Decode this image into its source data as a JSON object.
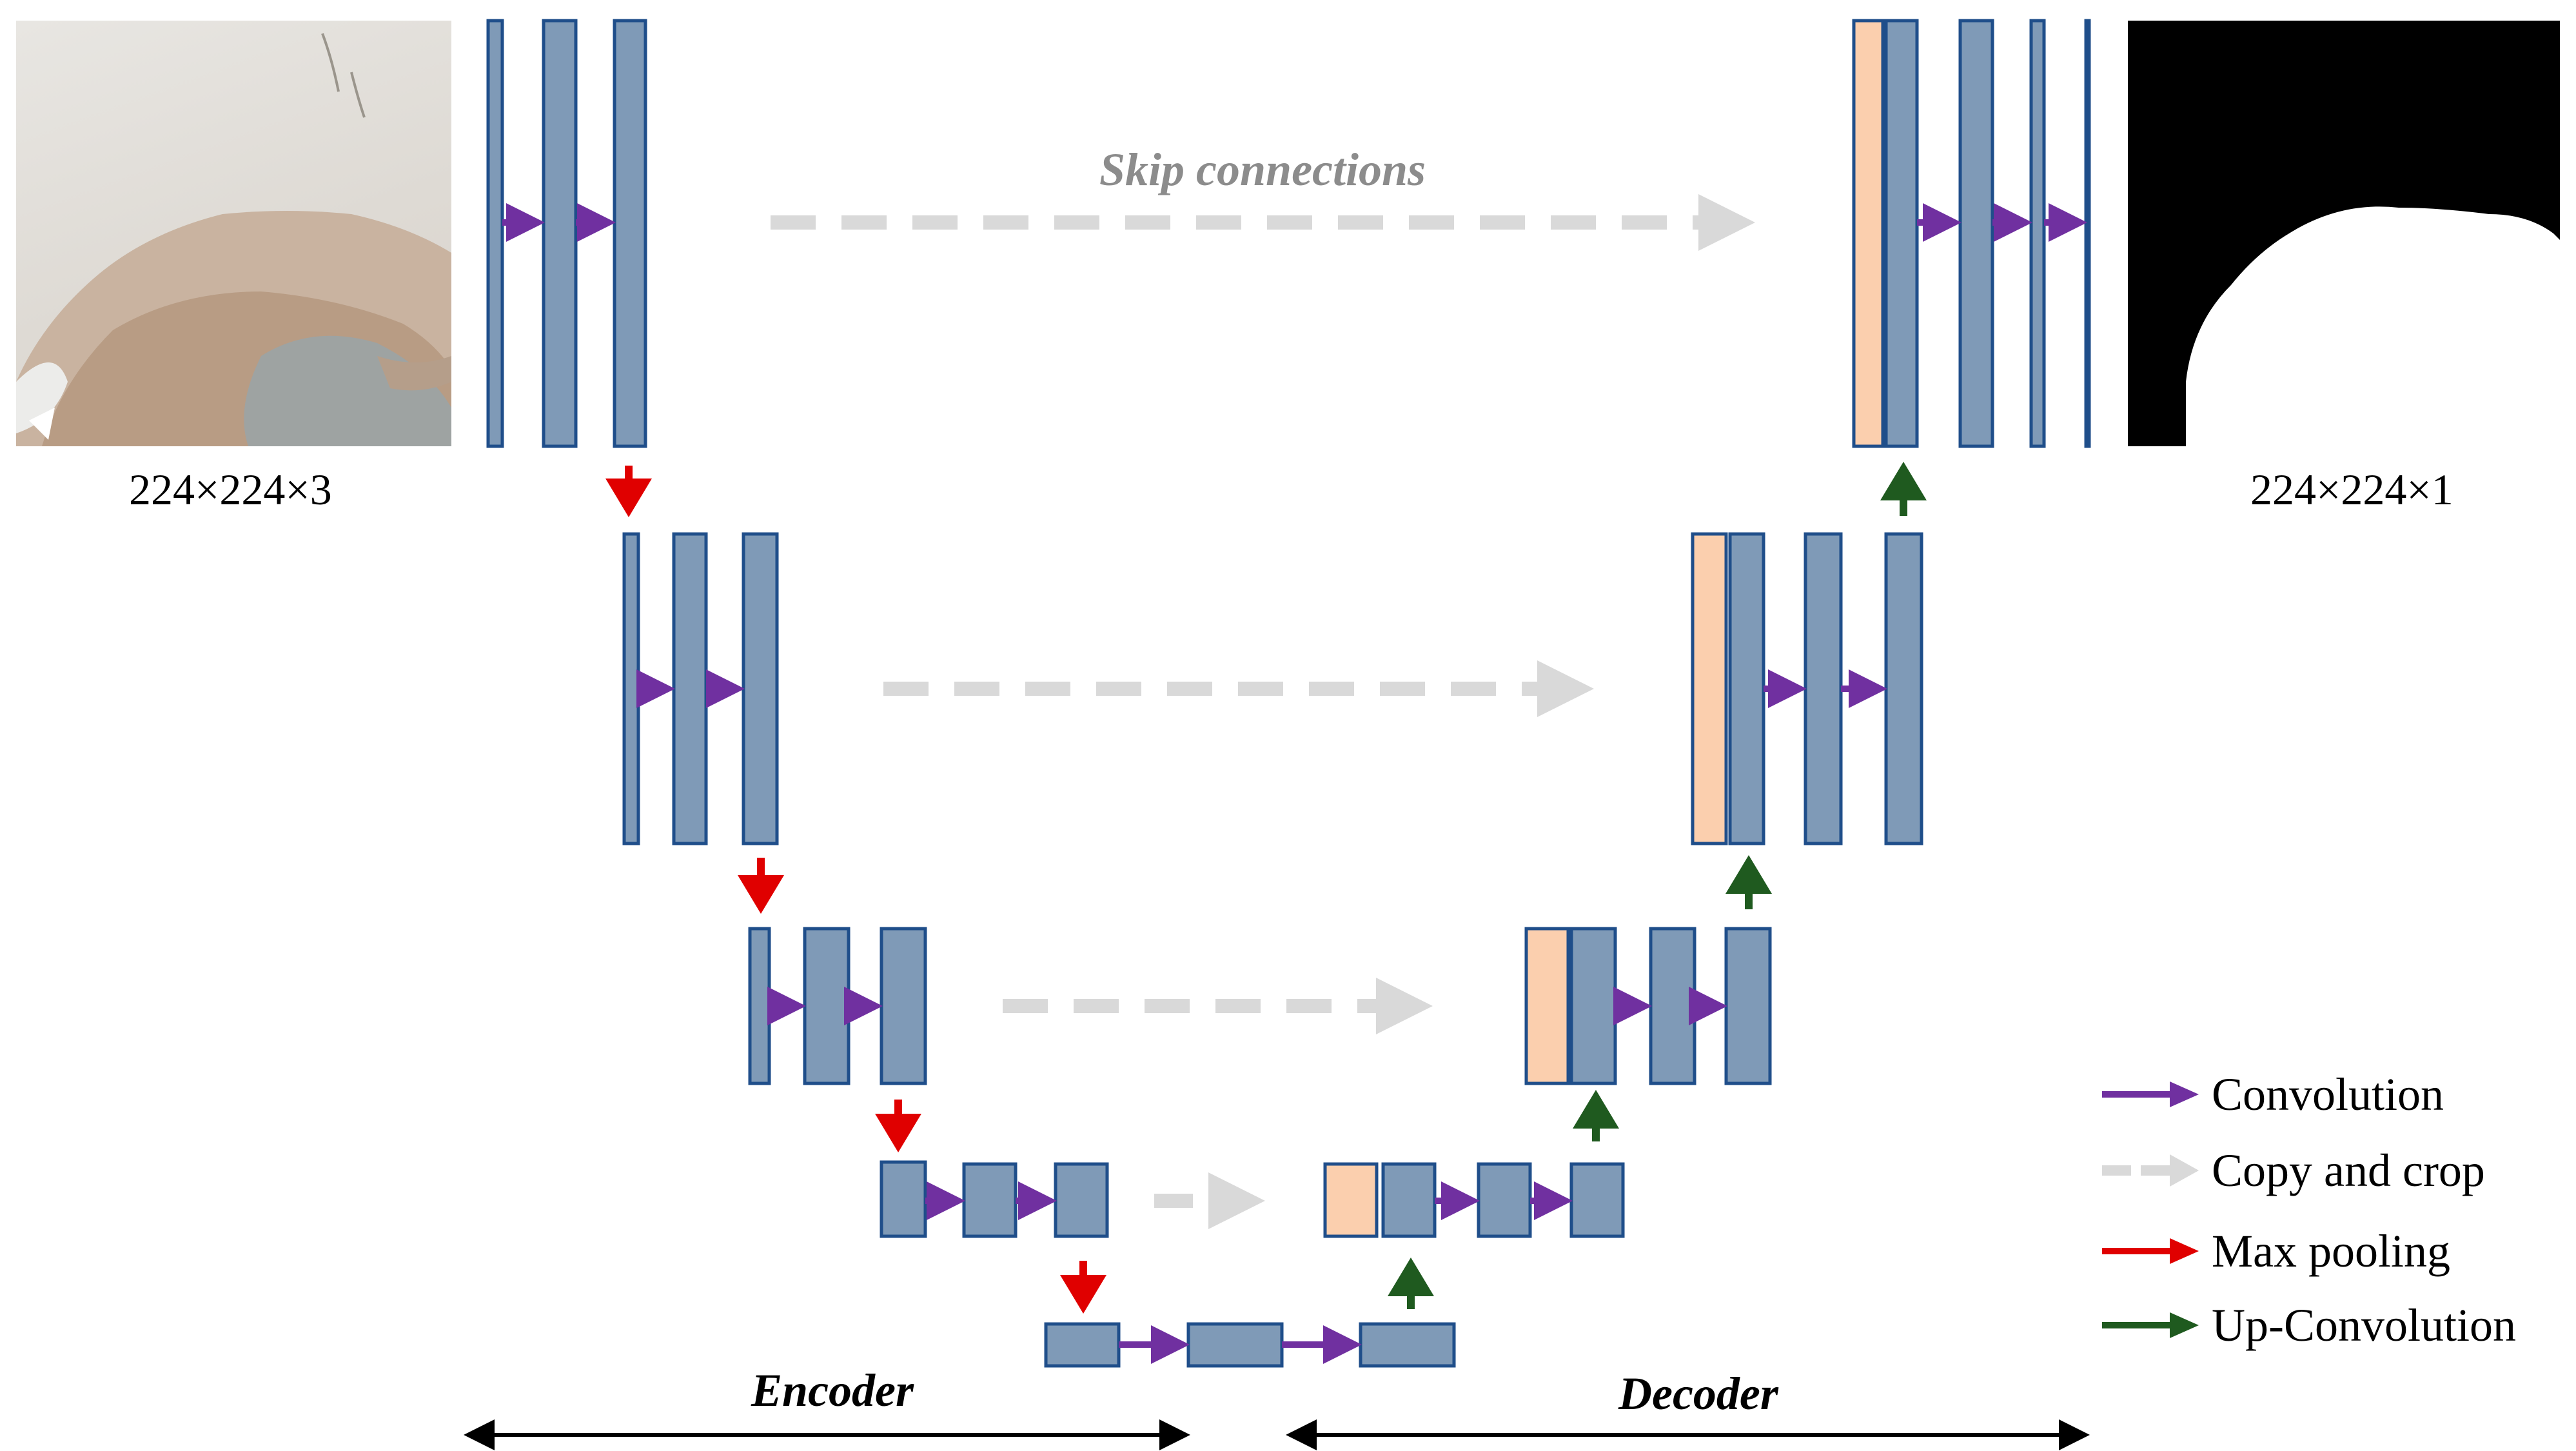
{
  "input": {
    "dims": "224×224×3"
  },
  "output": {
    "dims": "224×224×1"
  },
  "skip_label": "Skip connections",
  "encoder_label": "Encoder",
  "decoder_label": "Decoder",
  "legend": {
    "items": [
      {
        "label": "Convolution",
        "icon": "purple-arrow-icon",
        "color": "#7030a0"
      },
      {
        "label": "Copy and crop",
        "icon": "gray-dashed-arrow-icon",
        "color": "#d9d9d9"
      },
      {
        "label": "Max pooling",
        "icon": "red-arrow-icon",
        "color": "#e00000"
      },
      {
        "label": "Up-Convolution",
        "icon": "green-arrow-icon",
        "color": "#1f5a1f"
      }
    ]
  },
  "colors": {
    "feature_map_fill": "#7f9ab7",
    "feature_map_stroke": "#1f4e8a",
    "copied_map_fill": "#fbcfae",
    "convolution": "#7030a0",
    "copy_crop": "#d9d9d9",
    "max_pooling": "#e00000",
    "up_convolution": "#1f5a1f"
  }
}
